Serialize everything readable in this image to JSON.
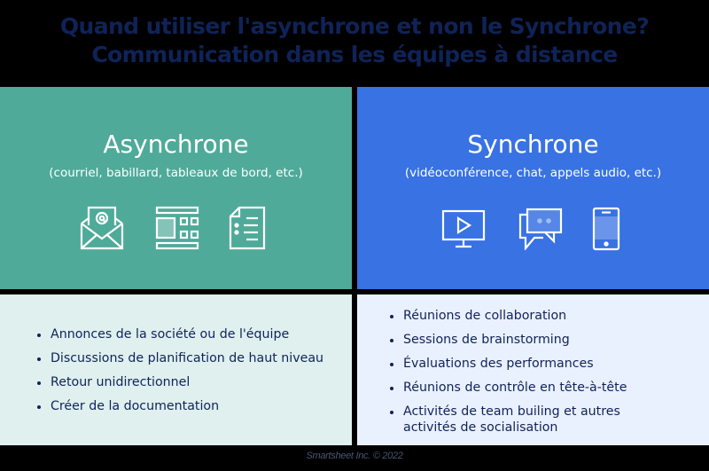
{
  "header": {
    "title_line1": "Quand utiliser l'asynchrone et non le Synchrone?",
    "title_line2": "Communication dans les équipes à distance"
  },
  "colors": {
    "background": "#000000",
    "title_text": "#0f2358",
    "async_header_bg": "#4faa99",
    "sync_header_bg": "#3872e3",
    "async_list_bg": "#dff0ee",
    "sync_list_bg": "#eaf1fe",
    "list_text": "#0f2358",
    "footer_text": "#4a5670"
  },
  "async": {
    "title": "Asynchrone",
    "subtitle": "(courriel, babillard, tableaux de bord, etc.)",
    "icons": [
      "email-icon",
      "dashboard-icon",
      "document-list-icon"
    ],
    "items": [
      "Annonces de la société ou de l'équipe",
      "Discussions de planification de haut niveau",
      "Retour unidirectionnel",
      "Créer de la documentation"
    ]
  },
  "sync": {
    "title": "Synchrone",
    "subtitle": "(vidéoconférence, chat, appels audio, etc.)",
    "icons": [
      "video-monitor-icon",
      "chat-bubbles-icon",
      "smartphone-icon"
    ],
    "items": [
      "Réunions de collaboration",
      "Sessions de brainstorming",
      "Évaluations des performances",
      "Réunions de contrôle en tête-à-tête",
      "Activités de team builing et autres activités de socialisation"
    ]
  },
  "footer": {
    "credit": "Smartsheet Inc. © 2022"
  }
}
